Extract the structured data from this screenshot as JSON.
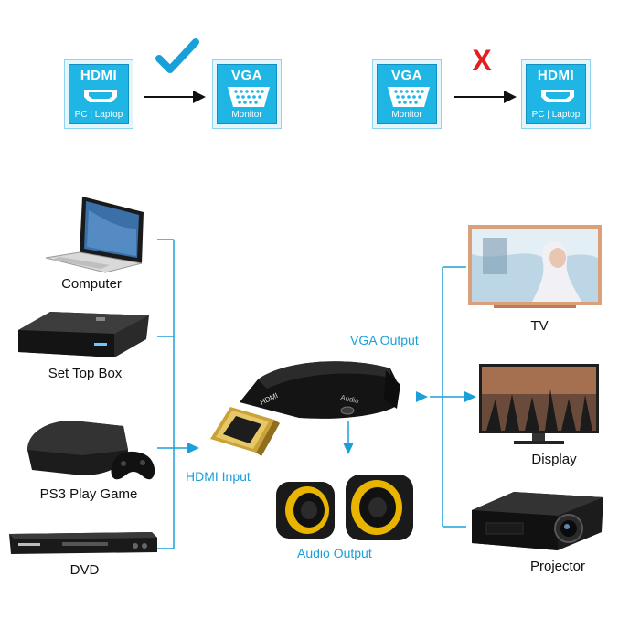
{
  "compat": {
    "left": {
      "source": {
        "title": "HDMI",
        "subtitle": "PC | Laptop"
      },
      "target": {
        "title": "VGA",
        "subtitle": "Monitor"
      },
      "status": "supported"
    },
    "right": {
      "source": {
        "title": "VGA",
        "subtitle": "Monitor"
      },
      "target": {
        "title": "HDMI",
        "subtitle": "PC | Laptop"
      },
      "status": "not supported",
      "x_mark": "X"
    }
  },
  "sources": [
    {
      "label": "Computer",
      "icon": "laptop-icon"
    },
    {
      "label": "Set Top Box",
      "icon": "set-top-box-icon"
    },
    {
      "label": "PS3 Play Game",
      "icon": "game-console-icon"
    },
    {
      "label": "DVD",
      "icon": "dvd-player-icon"
    }
  ],
  "outputs": [
    {
      "label": "TV",
      "icon": "tv-icon"
    },
    {
      "label": "Display",
      "icon": "monitor-icon"
    },
    {
      "label": "Projector",
      "icon": "projector-icon"
    }
  ],
  "adapter": {
    "input_label": "HDMI Input",
    "output_label": "VGA Output",
    "audio_label": "Audio Output",
    "plug_text": "HDMI",
    "jack_text": "Audio"
  },
  "colors": {
    "accent": "#1aa0d8",
    "port_fill": "#1fb6e6",
    "x_red": "#e02020",
    "check_blue": "#1aa0d8"
  }
}
